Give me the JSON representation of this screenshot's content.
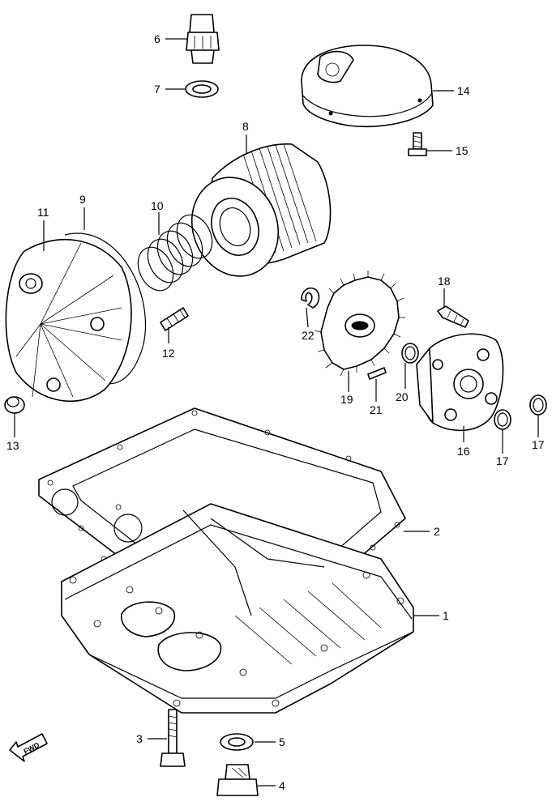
{
  "diagram": {
    "callouts": {
      "c1": "1",
      "c2": "2",
      "c3": "3",
      "c4": "4",
      "c5": "5",
      "c6": "6",
      "c7": "7",
      "c8": "8",
      "c9": "9",
      "c10": "10",
      "c11": "11",
      "c12": "12",
      "c13": "13",
      "c14": "14",
      "c15": "15",
      "c16": "16",
      "c17a": "17",
      "c17b": "17",
      "c18": "18",
      "c19": "19",
      "c20": "20",
      "c21": "21",
      "c22": "22"
    },
    "fwd_label": "FWD"
  }
}
